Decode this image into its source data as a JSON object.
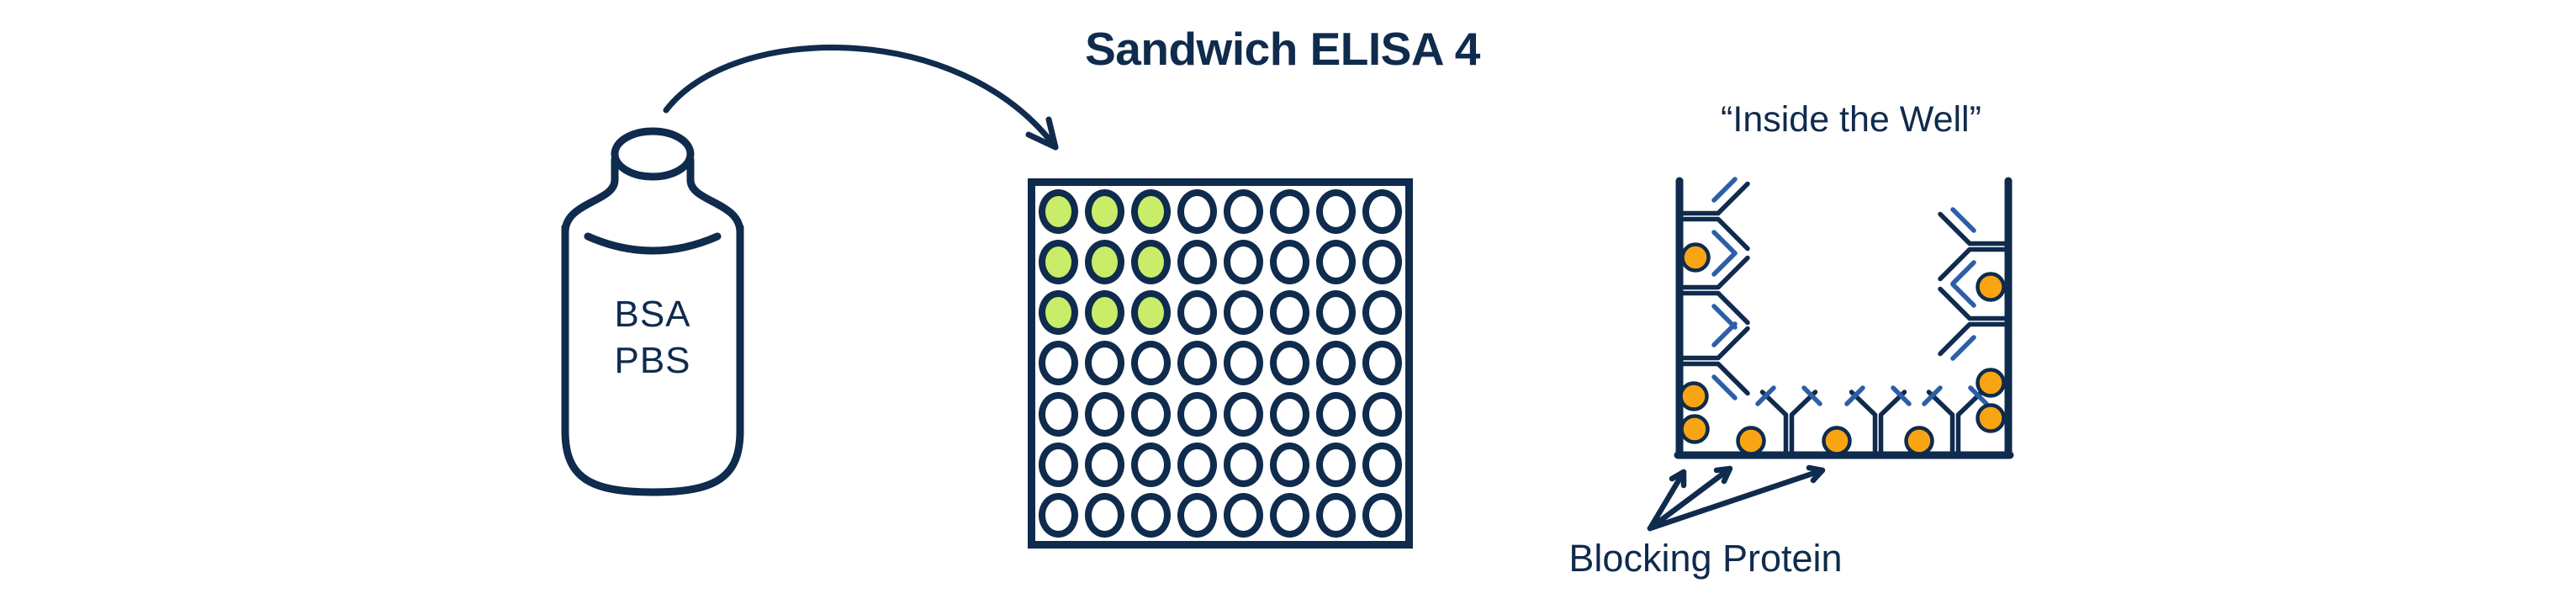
{
  "title": "Sandwich ELISA 4",
  "colors": {
    "navy": "#0f2b4d",
    "green": "#c9ec69",
    "orange": "#f9a412",
    "blue": "#2c5fa7"
  },
  "bottle": {
    "line1": "BSA",
    "line2": "PBS"
  },
  "plate": {
    "rows": 7,
    "cols": 8,
    "filled_rows": 3,
    "filled_cols": 3
  },
  "inside_well": {
    "title": "“Inside the Well”",
    "caption": "Blocking Protein"
  },
  "icons": {
    "bottle-icon": "reagent bottle outline",
    "curved-arrow-icon": "curved transfer arrow from bottle to plate",
    "microplate": "multiwell plate grid",
    "well-cross-section": "U-shaped well walls",
    "antibody-icon": "Y-shaped antibody with blue fragments",
    "blocking-protein-icon": "orange blocking protein circle",
    "pointer-arrows-icon": "fan of three arrows pointing at well floor"
  }
}
